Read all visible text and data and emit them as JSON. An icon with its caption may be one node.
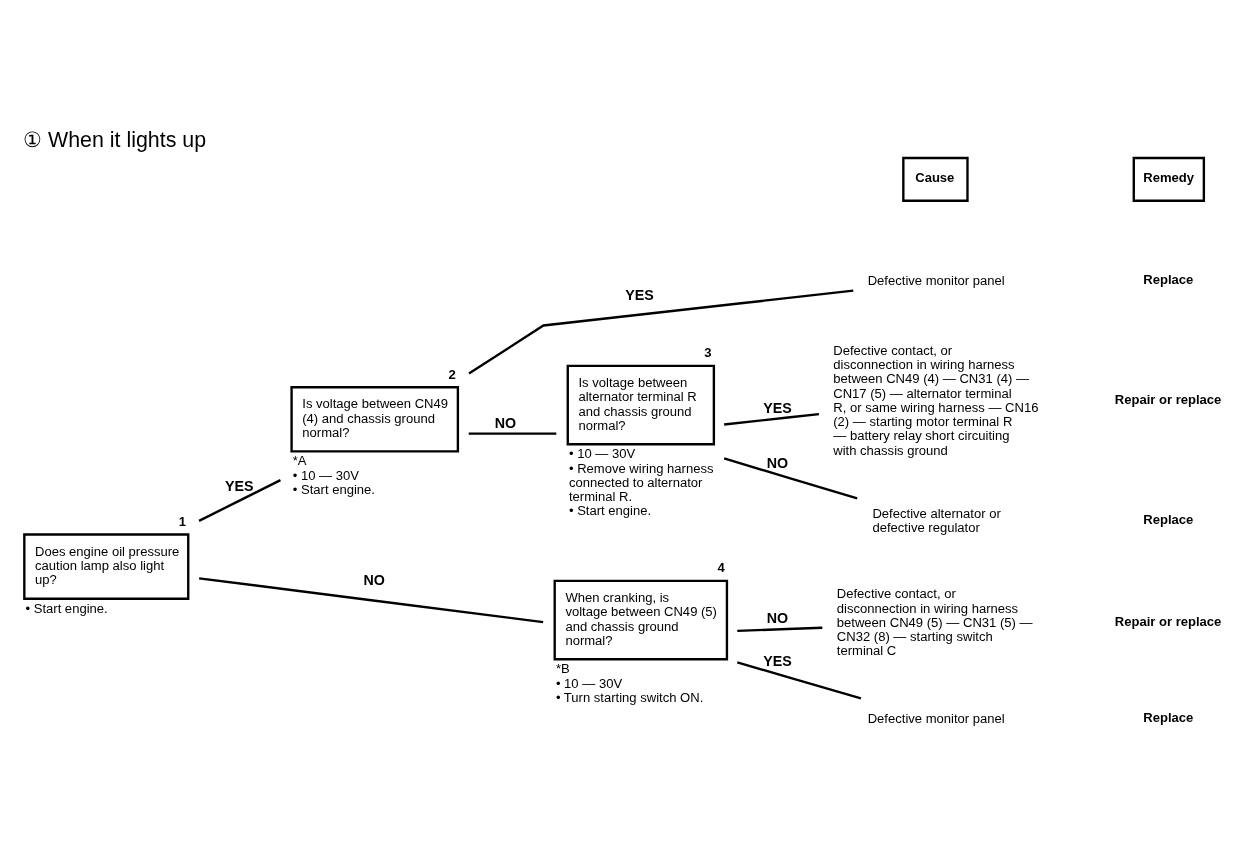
{
  "diagram": {
    "title": "① When it lights up",
    "nodes": [
      {
        "text": [
          "Does engine oil pressure caution lamp also light up?"
        ],
        "beside": [
          "1",
          "• Start engine."
        ]
      },
      {
        "text": [
          "Is voltage between CN49 (4) and chassis ground normal?"
        ],
        "beside": [
          "2",
          "*A",
          "• 10 — 30V",
          "• Start engine."
        ]
      },
      {
        "text": [
          "Is voltage between alternator terminal R and chassis ground normal?"
        ],
        "beside": [
          "3",
          "• 10 — 30V",
          "• Remove wiring harness connected to alternator terminal R.",
          "• Start engine."
        ]
      },
      {
        "text": [
          "When cranking, is voltage between CN49 (5) and chassis ground normal?"
        ],
        "beside": [
          "4",
          "*B",
          "• 10 — 30V",
          "• Turn starting switch ON."
        ]
      },
      {
        "text": [
          "Defective monitor panel"
        ]
      },
      {
        "text": [
          "Defective contact, or disconnection in wiring harness between CN49 (4) — CN31 (4) — CN17 (5) — alternator terminal R, or same wiring harness — CN16 (2) — starting motor terminal R — battery relay short circuiting with chassis ground"
        ]
      },
      {
        "text": [
          "Defective alternator or defective regulator"
        ]
      },
      {
        "text": [
          "Defective monitor panel"
        ]
      },
      {
        "text": [
          "Defective contact, or disconnection in wiring harness between CN49 (5) — CN31 (5) — CN32 (8) — starting switch terminal C"
        ]
      }
    ],
    "edges": [
      {
        "from": 0,
        "to": 1,
        "arrow": "none",
        "label": "YES"
      },
      {
        "from": 0,
        "to": 3,
        "arrow": "none",
        "label": "NO"
      },
      {
        "from": 1,
        "to": 4,
        "arrow": "none",
        "label": "YES"
      },
      {
        "from": 1,
        "to": 2,
        "arrow": "none",
        "label": "NO"
      },
      {
        "from": 2,
        "to": 5,
        "arrow": "none",
        "label": "YES"
      },
      {
        "from": 2,
        "to": 6,
        "arrow": "none",
        "label": "NO"
      },
      {
        "from": 3,
        "to": 7,
        "arrow": "none",
        "label": "YES"
      },
      {
        "from": 3,
        "to": 8,
        "arrow": "none",
        "label": "NO"
      }
    ],
    "labels": [
      "Cause",
      "Remedy",
      "Replace",
      "Repair or replace",
      "Replace",
      "Replace",
      "Repair or replace"
    ]
  }
}
